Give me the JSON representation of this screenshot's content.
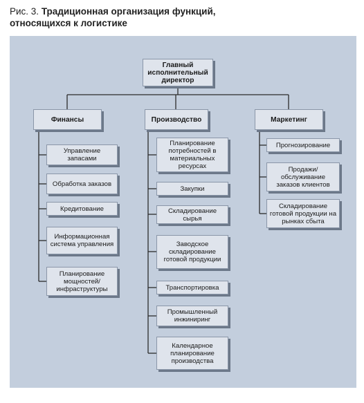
{
  "caption": {
    "prefix": "Рис. 3.",
    "title_line1": "Традиционная организация функций,",
    "title_line2": "относящихся к логистике"
  },
  "ceo": {
    "label": "Главный исполнительный директор"
  },
  "columns": [
    {
      "head": "Финансы",
      "items": [
        "Управление запасами",
        "Обработка заказов",
        "Кредитование",
        "Информационная система управления",
        "Планирование мощностей/ инфраструктуры"
      ]
    },
    {
      "head": "Производство",
      "items": [
        "Планирование потребностей в материальных ресурсах",
        "Закупки",
        "Складирование сырья",
        "Заводское складирование готовой продукции",
        "Транспортировка",
        "Промышленный инжиниринг",
        "Календарное планирование производства"
      ]
    },
    {
      "head": "Маркетинг",
      "items": [
        "Прогнозирование",
        "Продажи/ обслуживание заказов клиентов",
        "Складирование готовой продукции на рынках сбыта"
      ]
    }
  ],
  "colors": {
    "panel": "#c3cedd",
    "box": "#dfe4ec",
    "shadow": "#6c7889",
    "line": "#2b2b2b"
  }
}
